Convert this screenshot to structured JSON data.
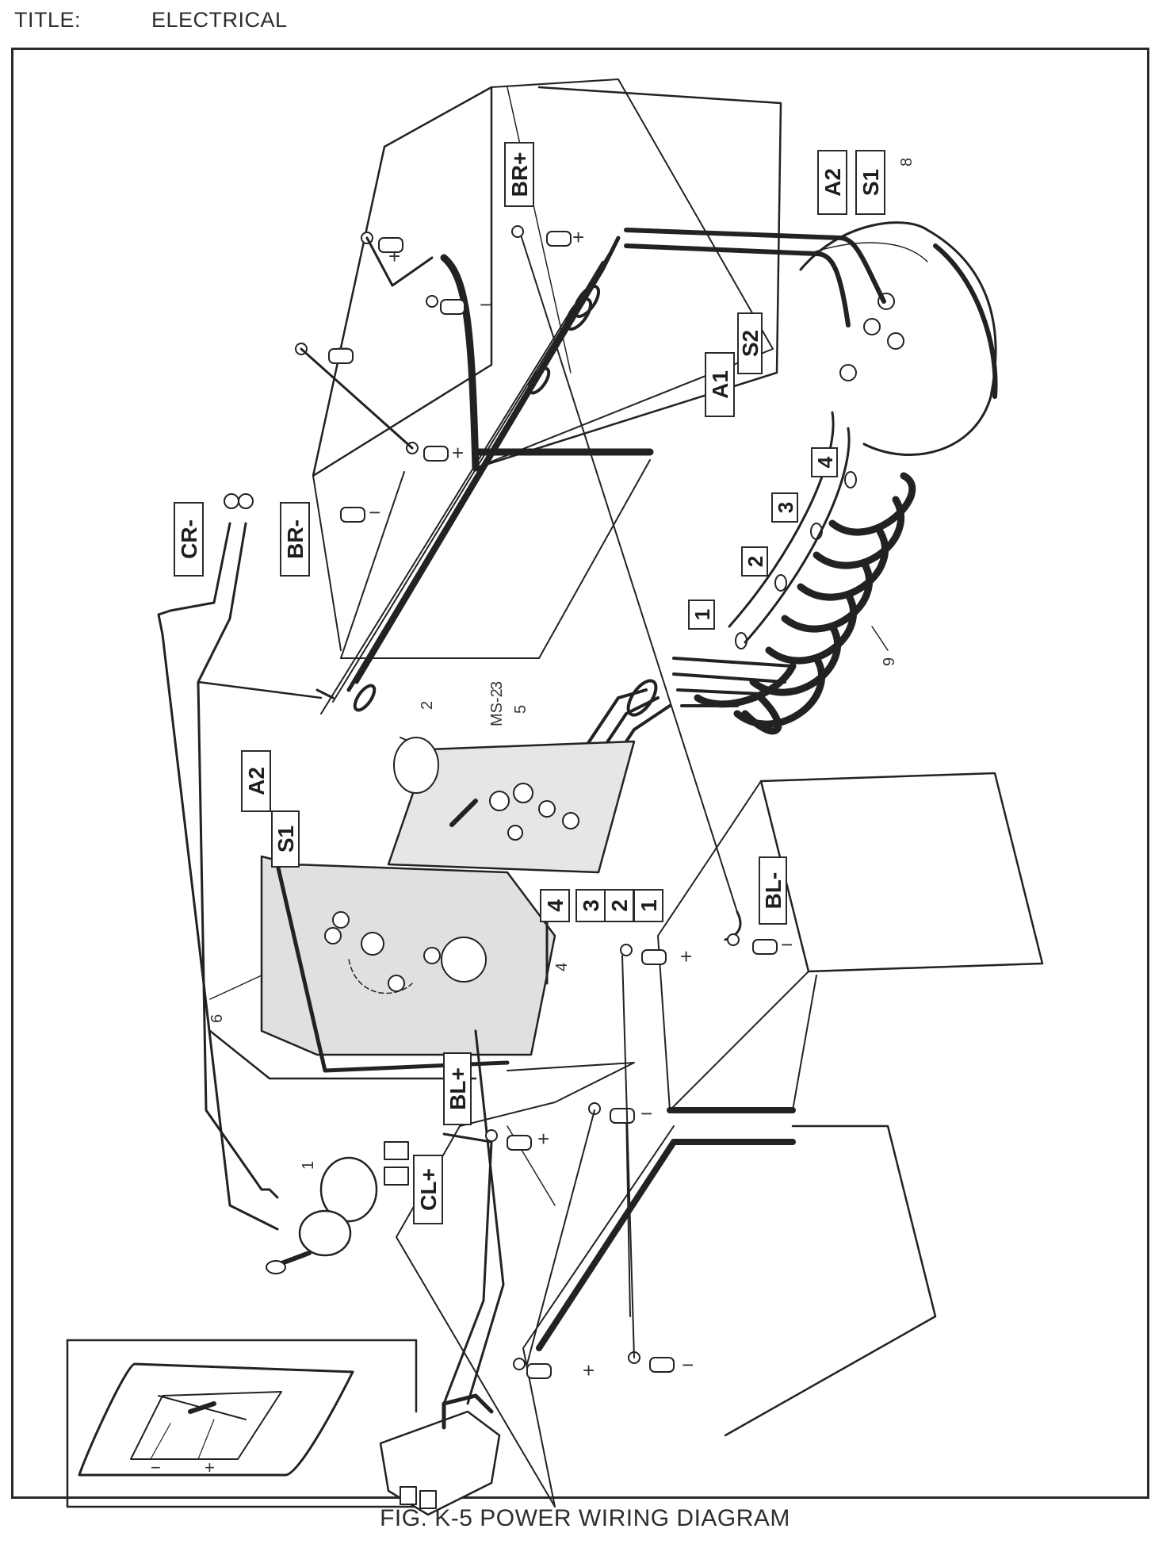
{
  "header": {
    "title_label": "TITLE:",
    "title_value": "ELECTRICAL"
  },
  "figure": {
    "caption": "FIG. K-5 POWER WIRING DIAGRAM",
    "wire_labels": [
      {
        "id": "BR+",
        "text": "BR+"
      },
      {
        "id": "A2-motor",
        "text": "A2"
      },
      {
        "id": "S1-motor",
        "text": "S1"
      },
      {
        "id": "S2",
        "text": "S2"
      },
      {
        "id": "A1",
        "text": "A1"
      },
      {
        "id": "CR-",
        "text": "CR-"
      },
      {
        "id": "BR-",
        "text": "BR-"
      },
      {
        "id": "A2-controller",
        "text": "A2"
      },
      {
        "id": "S1-controller",
        "text": "S1"
      },
      {
        "id": "BL-",
        "text": "BL-"
      },
      {
        "id": "BL+",
        "text": "BL+"
      },
      {
        "id": "CL+",
        "text": "CL+"
      }
    ],
    "resistor_tap_labels": [
      "1",
      "2",
      "3",
      "4"
    ],
    "contact_labels": [
      "4",
      "3",
      "2",
      "1"
    ],
    "part_callouts": [
      "1",
      "2",
      "3",
      "4",
      "5",
      "6",
      "8",
      "9"
    ],
    "component_labels": {
      "microswitch": "MS-2"
    },
    "terminal_polarity": {
      "plus": "+",
      "minus": "−"
    },
    "receptacle_inset": {
      "minus": "−",
      "plus": "+"
    },
    "plug_polarity": {
      "minus": "−",
      "plus": "+"
    }
  }
}
